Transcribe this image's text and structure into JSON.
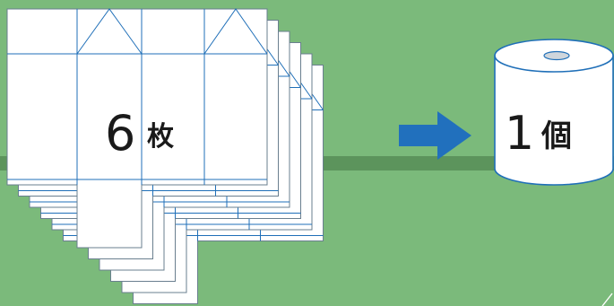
{
  "colors": {
    "background": "#7bba7b",
    "band": "#5c945c",
    "arrow": "#2170bd",
    "paper": "#ffffff",
    "paper_line": "#1f6fb8",
    "text": "#1a1a1a"
  },
  "left": {
    "count_number": "6",
    "count_unit": "枚",
    "sheet_count": 6,
    "icon": "folded-paper-sheets-icon"
  },
  "arrow": {
    "icon": "right-arrow-icon"
  },
  "right": {
    "count_number": "1",
    "count_unit": "個",
    "icon": "toilet-roll-icon"
  }
}
